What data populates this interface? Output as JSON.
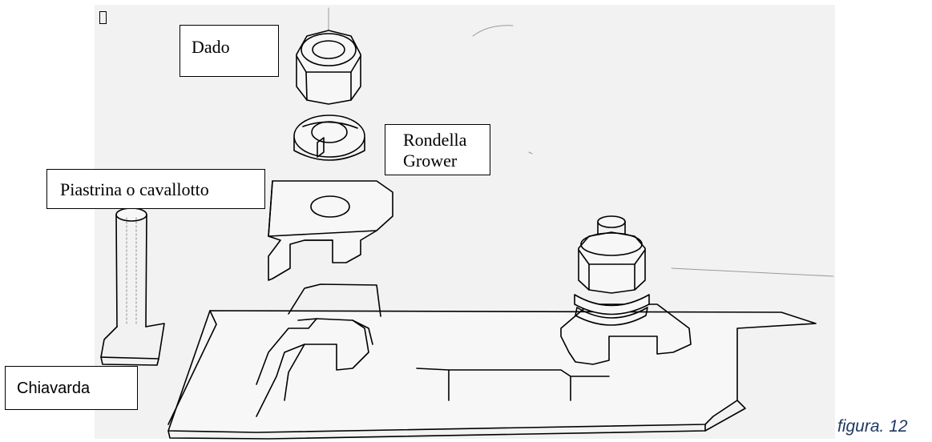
{
  "labels": {
    "dado": "Dado",
    "rondella_line1": "Rondella",
    "rondella_line2": "Grower",
    "piastrina": "Piastrina o cavallotto",
    "chiavarda": "Chiavarda"
  },
  "caption": "figura. 12",
  "icons": {
    "missing_glyph": "missing-glyph-icon",
    "parts": [
      "nut-icon",
      "spring-washer-icon",
      "clip-plate-icon",
      "t-bolt-icon",
      "base-plate-icon",
      "assembled-bolt-icon"
    ]
  },
  "colors": {
    "line": "#000000",
    "paper": "#f2f2f2",
    "caption": "#1f3864"
  }
}
